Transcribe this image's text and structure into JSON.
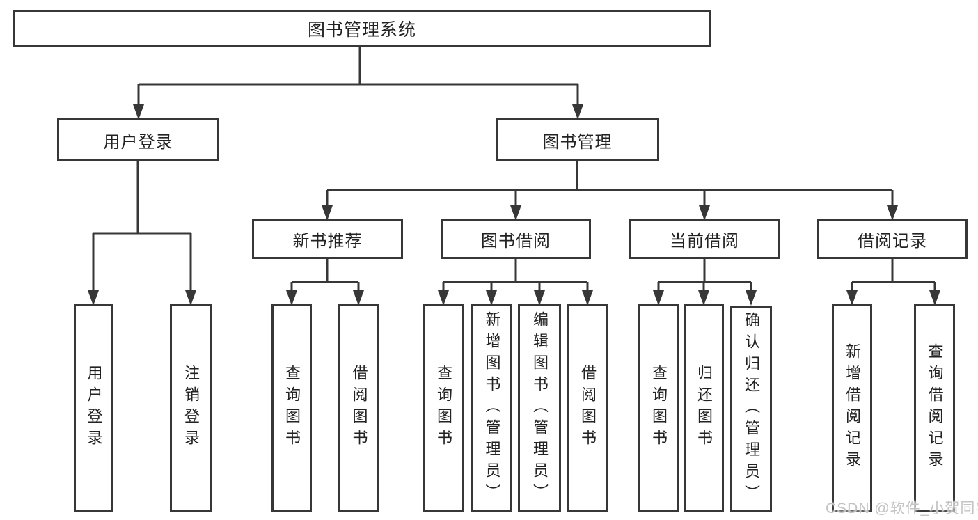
{
  "colors": {
    "line": "#373737",
    "text": "#222222",
    "box_background": "#ffffff",
    "page_background": "#ffffff",
    "watermark": "#c3c3c3"
  },
  "diagram": {
    "root": {
      "label": "图书管理系统"
    },
    "branches": {
      "user_login": {
        "label": "用户登录"
      },
      "book_management": {
        "label": "图书管理"
      }
    },
    "modules": {
      "new_book_recommend": {
        "label": "新书推荐"
      },
      "book_borrow": {
        "label": "图书借阅"
      },
      "current_borrow": {
        "label": "当前借阅"
      },
      "borrow_records": {
        "label": "借阅记录"
      }
    },
    "leaves": {
      "login": {
        "label": "用户登录"
      },
      "logout": {
        "label": "注销登录"
      },
      "nbr_query_books": {
        "label": "查询图书"
      },
      "nbr_borrow_books": {
        "label": "借阅图书"
      },
      "bb_query_books": {
        "label": "查询图书"
      },
      "bb_add_books": {
        "label": "新增图书（管理员）"
      },
      "bb_edit_books": {
        "label": "编辑图书（管理员）"
      },
      "bb_borrow_books": {
        "label": "借阅图书"
      },
      "cb_query_books": {
        "label": "查询图书"
      },
      "cb_return_books": {
        "label": "归还图书"
      },
      "cb_confirm_return": {
        "label": "确认归还（管理员）"
      },
      "br_add_record": {
        "label": "新增借阅记录"
      },
      "br_query_record": {
        "label": "查询借阅记录"
      }
    }
  },
  "watermark": {
    "text": "CSDN @软件_小贺同学"
  }
}
